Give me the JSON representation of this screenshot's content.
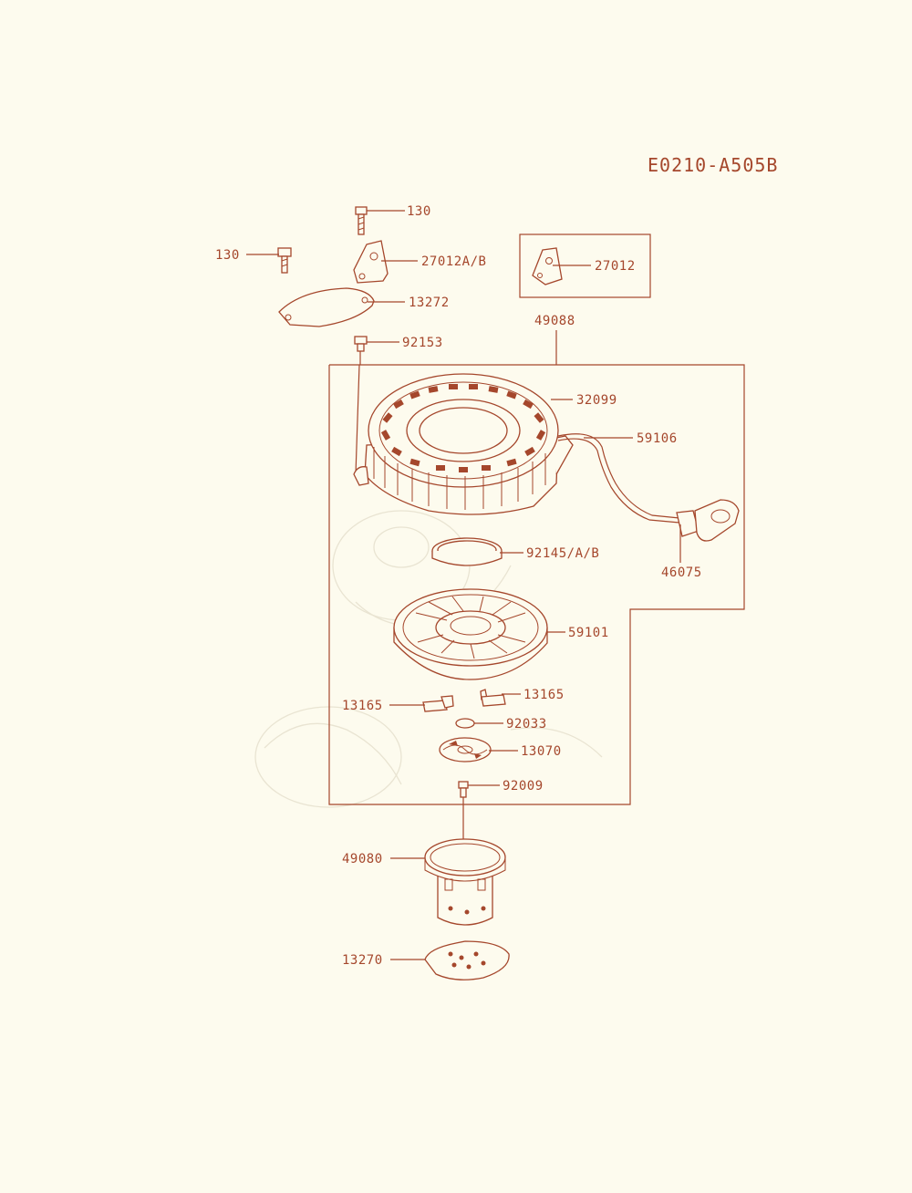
{
  "diagram_code": "E0210-A505B",
  "colors": {
    "ink": "#a5472c",
    "paper": "#fdfbee"
  },
  "callouts": {
    "bolt_top": "130",
    "bolt_left": "130",
    "bracket": "27012A/B",
    "bracket_inset": "27012",
    "plate": "13272",
    "assembly": "49088",
    "bolt_small": "92153",
    "case": "32099",
    "rope": "59106",
    "handle": "46075",
    "spring": "92145/A/B",
    "reel": "59101",
    "ratchet_left": "13165",
    "ratchet_right": "13165",
    "washer": "92033",
    "guide": "13070",
    "screw": "92009",
    "pulley": "49080",
    "screen": "13270"
  }
}
